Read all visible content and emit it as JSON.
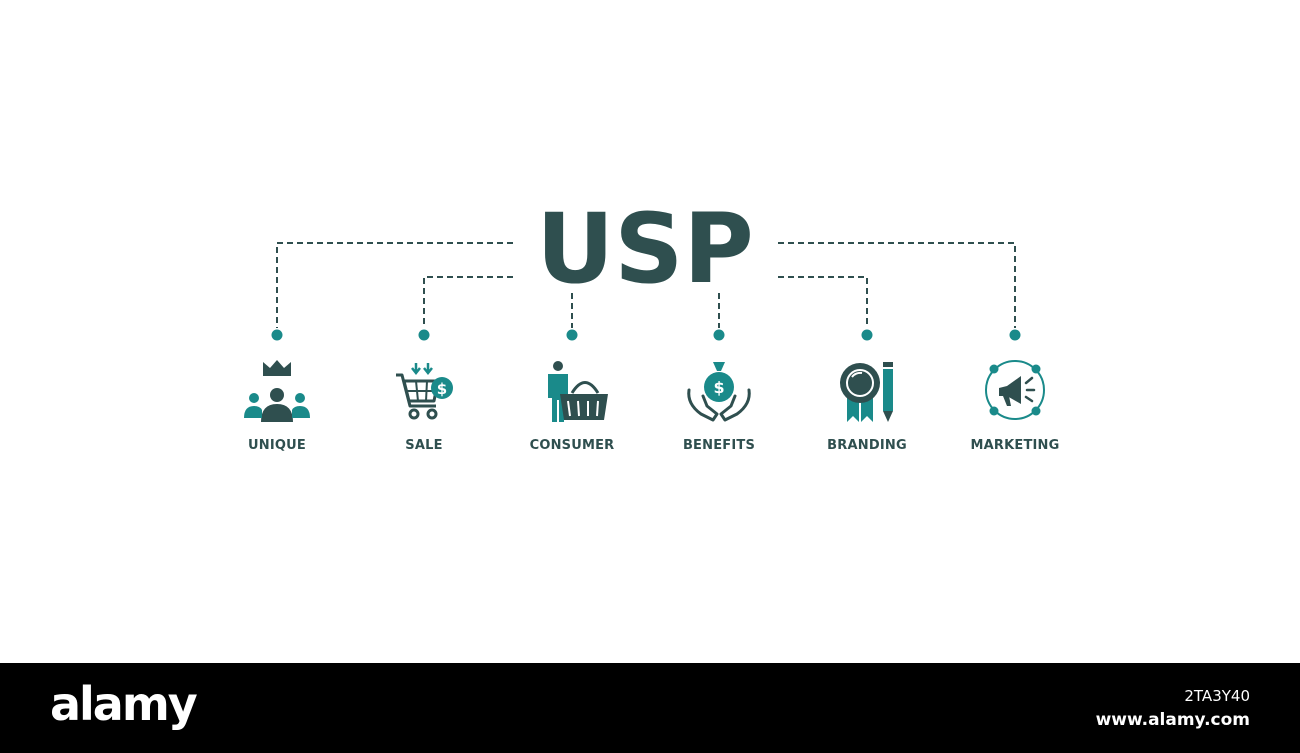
{
  "diagram": {
    "title": "USP",
    "colors": {
      "dark": "#2f4f4f",
      "accent": "#1a8a8a",
      "line": "#2f4f4f"
    },
    "items": [
      {
        "label": "UNIQUE",
        "icon": "crown-team-icon"
      },
      {
        "label": "SALE",
        "icon": "shopping-cart-dollar-icon"
      },
      {
        "label": "CONSUMER",
        "icon": "person-basket-icon"
      },
      {
        "label": "BENEFITS",
        "icon": "money-bag-hands-icon"
      },
      {
        "label": "BRANDING",
        "icon": "badge-pencil-icon"
      },
      {
        "label": "MARKETING",
        "icon": "megaphone-network-icon"
      }
    ]
  },
  "footer": {
    "brand": "alamy",
    "image_id": "2TA3Y40",
    "site": "www.alamy.com"
  }
}
